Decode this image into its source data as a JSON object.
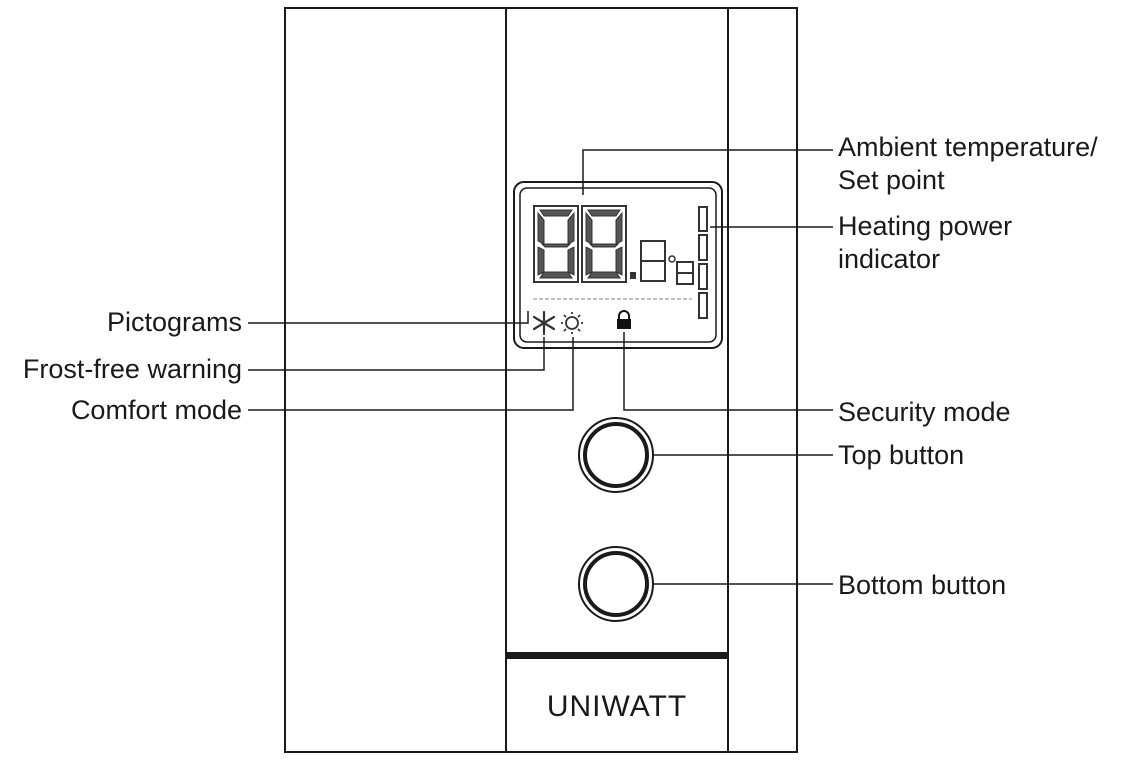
{
  "labels": {
    "ambient_line1": "Ambient temperature/",
    "ambient_line2": "Set point",
    "heating_line1": "Heating power",
    "heating_line2": "indicator",
    "pictograms": "Pictograms",
    "frost_free": "Frost-free warning",
    "comfort": "Comfort mode",
    "security": "Security mode",
    "top_button": "Top button",
    "bottom_button": "Bottom button"
  },
  "brand": {
    "logo_text": "UNIWATT"
  },
  "icons": {
    "snowflake": "snowflake-icon",
    "sun": "sun-icon",
    "lock": "lock-icon"
  }
}
